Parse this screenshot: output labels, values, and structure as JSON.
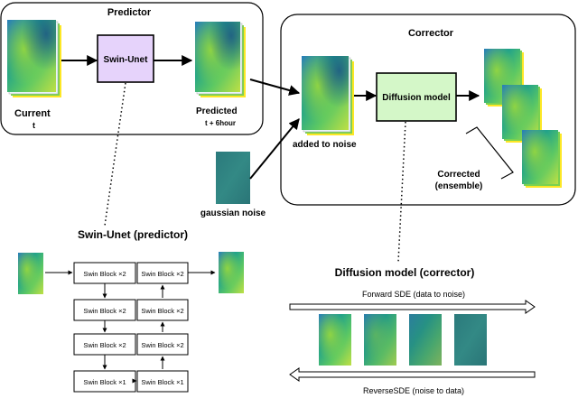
{
  "predictor": {
    "title": "Predictor",
    "block_label": "Swin-Unet",
    "input_label": "Current",
    "input_sublabel": "t",
    "output_label": "Predicted",
    "output_sublabel": "t + 6hour"
  },
  "corrector": {
    "title": "Corrector",
    "block_label": "Diffusion model",
    "input_label": "added to noise",
    "output_label_line1": "Corrected",
    "output_label_line2": "(ensemble)"
  },
  "noise": {
    "label": "gaussian noise"
  },
  "swin_detail": {
    "title": "Swin-Unet (predictor)",
    "left_blocks": [
      "Swin Block ×2",
      "Swin Block ×2",
      "Swin Block ×2",
      "Swin Block ×1"
    ],
    "right_blocks": [
      "Swin Block ×2",
      "Swin Block ×2",
      "Swin Block ×2",
      "Swin Block ×1"
    ]
  },
  "diffusion_detail": {
    "title": "Diffusion model (corrector)",
    "forward_label": "Forward SDE (data to noise)",
    "reverse_label": "ReverseSDE (noise to data)"
  },
  "colors": {
    "swin_fill": "#e6d3fb",
    "diffusion_fill": "#d4f7c8",
    "noise_fill": "#2f7d7c",
    "field_dark": "#1f5f8b",
    "field_mid": "#21908d",
    "field_light": "#7ad151",
    "field_yellow": "#fde725"
  }
}
